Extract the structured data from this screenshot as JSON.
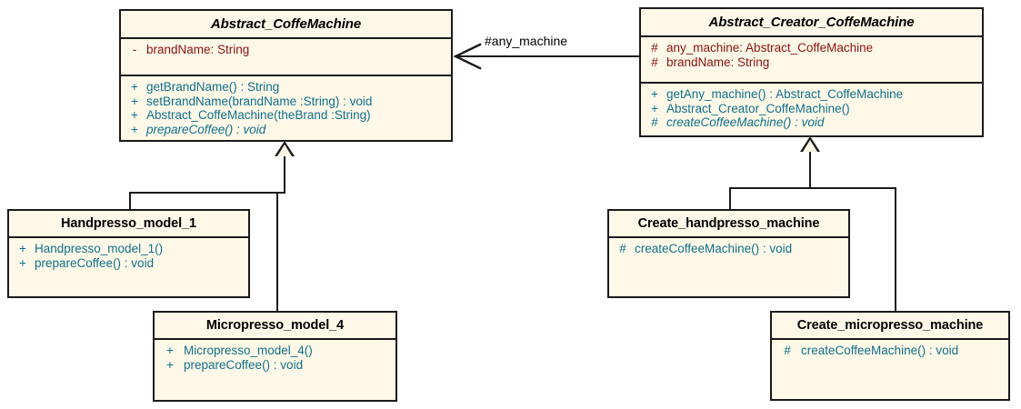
{
  "diagram": {
    "title": "Abstract Factory / Factory Method UML class diagram",
    "colors": {
      "box_fill": "#fdf8e7",
      "box_border": "#1a1a1a",
      "class_name": "#000000",
      "attribute": "#8a1212",
      "operation": "#11708b",
      "connector": "#1a1a1a",
      "background": "#ffffff"
    }
  },
  "classes": {
    "abstract_coffemachine": {
      "name": "Abstract_CoffeMachine",
      "is_abstract": true,
      "attributes": [
        {
          "visibility": "-",
          "text": "brandName:  String"
        }
      ],
      "operations": [
        {
          "visibility": "+",
          "text": "getBrandName() : String",
          "italic": false
        },
        {
          "visibility": "+",
          "text": "setBrandName(brandName :String) : void",
          "italic": false
        },
        {
          "visibility": "+",
          "text": "Abstract_CoffeMachine(theBrand :String)",
          "italic": false
        },
        {
          "visibility": "+",
          "text": "prepareCoffee() : void",
          "italic": true
        }
      ]
    },
    "abstract_creator_coffemachine": {
      "name": "Abstract_Creator_CoffeMachine",
      "is_abstract": true,
      "attributes": [
        {
          "visibility": "#",
          "text": "any_machine:  Abstract_CoffeMachine"
        },
        {
          "visibility": "#",
          "text": "brandName:  String"
        }
      ],
      "operations": [
        {
          "visibility": "+",
          "text": "getAny_machine() : Abstract_CoffeMachine",
          "italic": false
        },
        {
          "visibility": "+",
          "text": "Abstract_Creator_CoffeMachine()",
          "italic": false
        },
        {
          "visibility": "#",
          "text": "createCoffeeMachine() : void",
          "italic": true
        }
      ]
    },
    "handpresso_model_1": {
      "name": "Handpresso_model_1",
      "is_abstract": false,
      "attributes": [],
      "operations": [
        {
          "visibility": "+",
          "text": "Handpresso_model_1()",
          "italic": false
        },
        {
          "visibility": "+",
          "text": "prepareCoffee() : void",
          "italic": false
        }
      ]
    },
    "micropresso_model_4": {
      "name": "Micropresso_model_4",
      "is_abstract": false,
      "attributes": [],
      "operations": [
        {
          "visibility": "+",
          "text": "Micropresso_model_4()",
          "italic": false
        },
        {
          "visibility": "+",
          "text": "prepareCoffee() : void",
          "italic": false
        }
      ]
    },
    "create_handpresso_machine": {
      "name": "Create_handpresso_machine",
      "is_abstract": false,
      "attributes": [],
      "operations": [
        {
          "visibility": "#",
          "text": "createCoffeeMachine() : void",
          "italic": false
        }
      ]
    },
    "create_micropresso_machine": {
      "name": "Create_micropresso_machine",
      "is_abstract": false,
      "attributes": [],
      "operations": [
        {
          "visibility": "#",
          "text": "createCoffeeMachine() : void",
          "italic": false
        }
      ]
    }
  },
  "relationships": {
    "association": {
      "label": "#any_machine",
      "from": "Abstract_Creator_CoffeMachine",
      "to": "Abstract_CoffeMachine",
      "kind": "directed-association"
    },
    "generalizations": [
      {
        "from": "Handpresso_model_1",
        "to": "Abstract_CoffeMachine"
      },
      {
        "from": "Micropresso_model_4",
        "to": "Abstract_CoffeMachine"
      },
      {
        "from": "Create_handpresso_machine",
        "to": "Abstract_Creator_CoffeMachine"
      },
      {
        "from": "Create_micropresso_machine",
        "to": "Abstract_Creator_CoffeMachine"
      }
    ]
  }
}
